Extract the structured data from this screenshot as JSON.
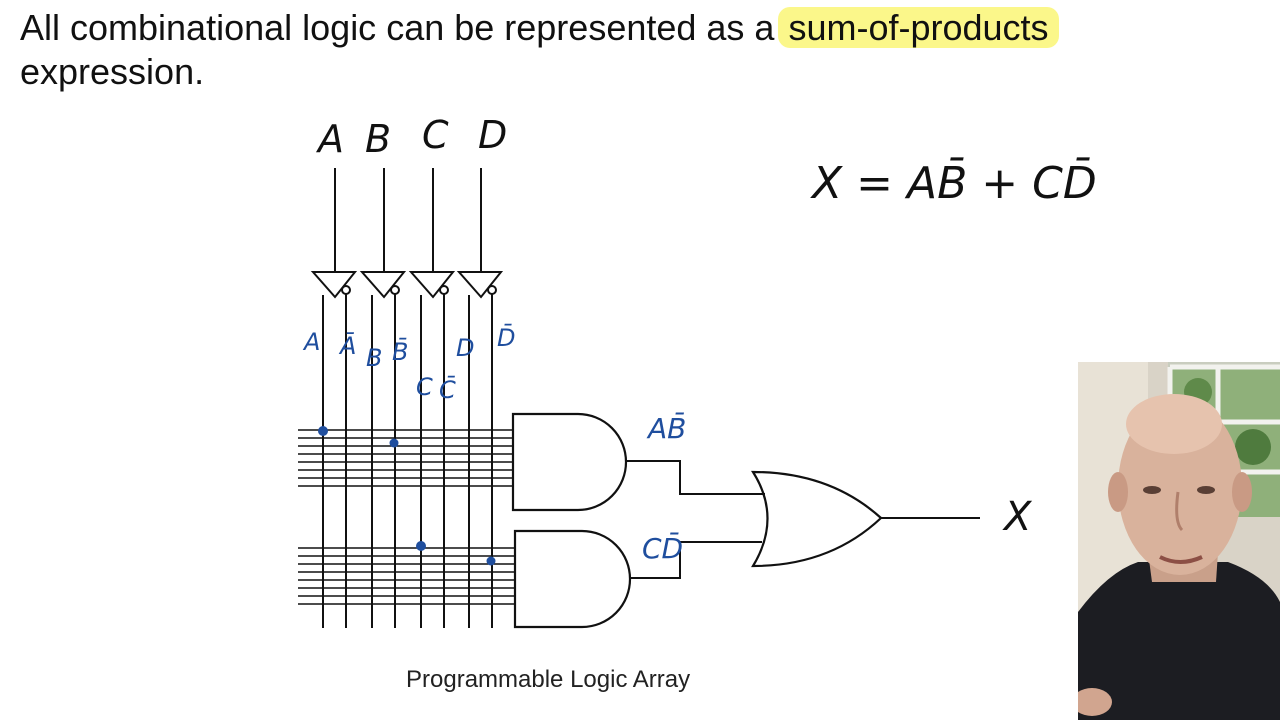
{
  "slide": {
    "headline_before": "All combinational logic can be represented as a",
    "headline_highlight": "sum-of-products",
    "headline_after": "expression.",
    "caption": "Programmable Logic Array"
  },
  "annotations": {
    "inputs": [
      "A",
      "B",
      "C",
      "D"
    ],
    "complement_labels": [
      "A",
      "Ā",
      "B",
      "B̄",
      "C",
      "C̄",
      "D",
      "D̄"
    ],
    "and_output_1": "AB̄",
    "and_output_2": "CD̄",
    "output": "X",
    "equation": "X = AB̄ + CD̄"
  },
  "colors": {
    "highlight": "#fbf78a",
    "ink": "#1f4e9e",
    "line": "#111111"
  },
  "presenter": {
    "description": "presenter webcam"
  }
}
